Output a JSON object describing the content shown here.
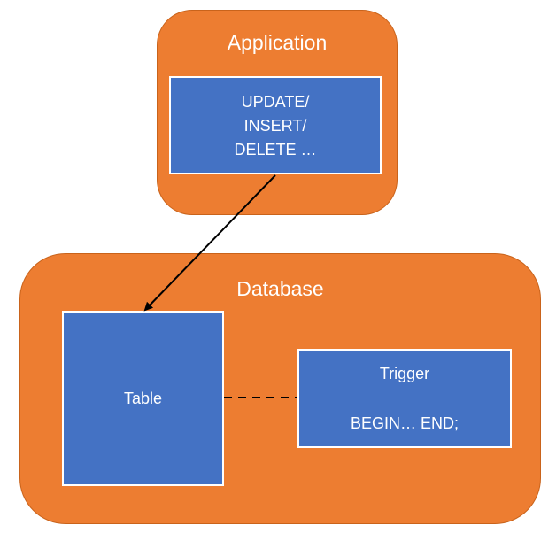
{
  "application": {
    "title": "Application",
    "statement_lines": [
      "UPDATE/",
      "INSERT/",
      "DELETE …"
    ]
  },
  "database": {
    "title": "Database",
    "table_label": "Table",
    "trigger": {
      "title": "Trigger",
      "body": "BEGIN… END;"
    }
  },
  "colors": {
    "container_fill": "#ED7D31",
    "block_fill": "#4472C4",
    "text": "#FFFFFF",
    "connector": "#000000"
  }
}
